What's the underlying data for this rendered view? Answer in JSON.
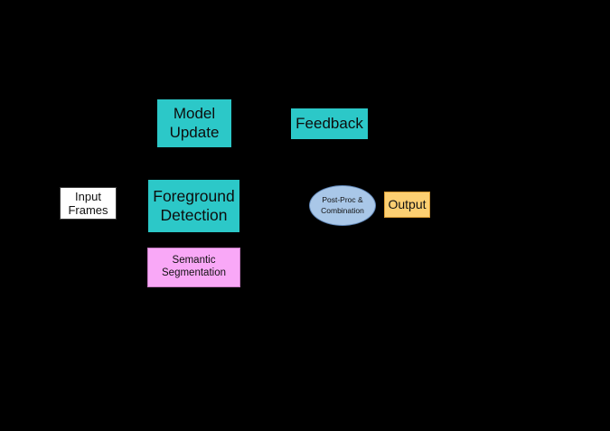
{
  "diagram": {
    "background_color": "#000000",
    "nodes": [
      {
        "id": "model-update",
        "label": "Model\nUpdate",
        "shape": "rectangle",
        "fill": "#2cc8c8",
        "text_color": "#0d0d0d"
      },
      {
        "id": "feedback",
        "label": "Feedback",
        "shape": "rectangle",
        "fill": "#2cc8c8",
        "text_color": "#0d0d0d"
      },
      {
        "id": "input-frames",
        "label": "Input\nFrames",
        "shape": "rectangle",
        "fill": "#ffffff",
        "border": "#3a3a3a",
        "text_color": "#111111"
      },
      {
        "id": "foreground-detection",
        "label": "Foreground\nDetection",
        "shape": "rectangle",
        "fill": "#2cc8c8",
        "text_color": "#0d0d0d"
      },
      {
        "id": "semantic-segmentation",
        "label": "Semantic\nSegmentation",
        "shape": "rectangle",
        "fill": "#f9a8f7",
        "border": "#c77bc4",
        "text_color": "#111111"
      },
      {
        "id": "post-proc",
        "label": "Post-Proc &\nCombination",
        "shape": "ellipse",
        "fill": "#a9c7e8",
        "border": "#5f85b5",
        "text_color": "#111111"
      },
      {
        "id": "output",
        "label": "Output",
        "shape": "rectangle",
        "fill": "#fccf72",
        "border": "#d79a33",
        "text_color": "#111111"
      }
    ]
  }
}
